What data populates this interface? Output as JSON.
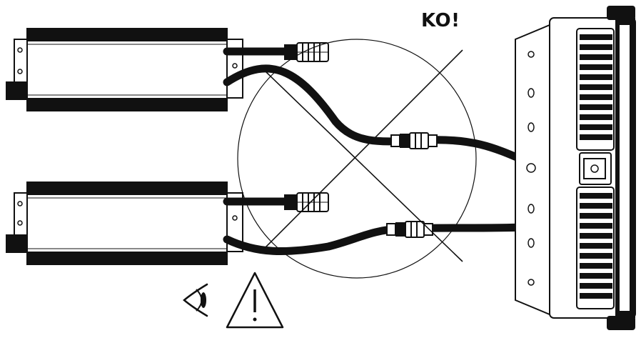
{
  "diagram": {
    "warning_text": "KO!",
    "icons": [
      "eye-icon",
      "warning-triangle-icon"
    ],
    "drivers": [
      "power-driver-upper",
      "power-driver-lower"
    ],
    "fixture": "led-fixture-heatsink",
    "crossed_out": true,
    "colors": {
      "line": "#111111",
      "background": "#ffffff"
    }
  }
}
